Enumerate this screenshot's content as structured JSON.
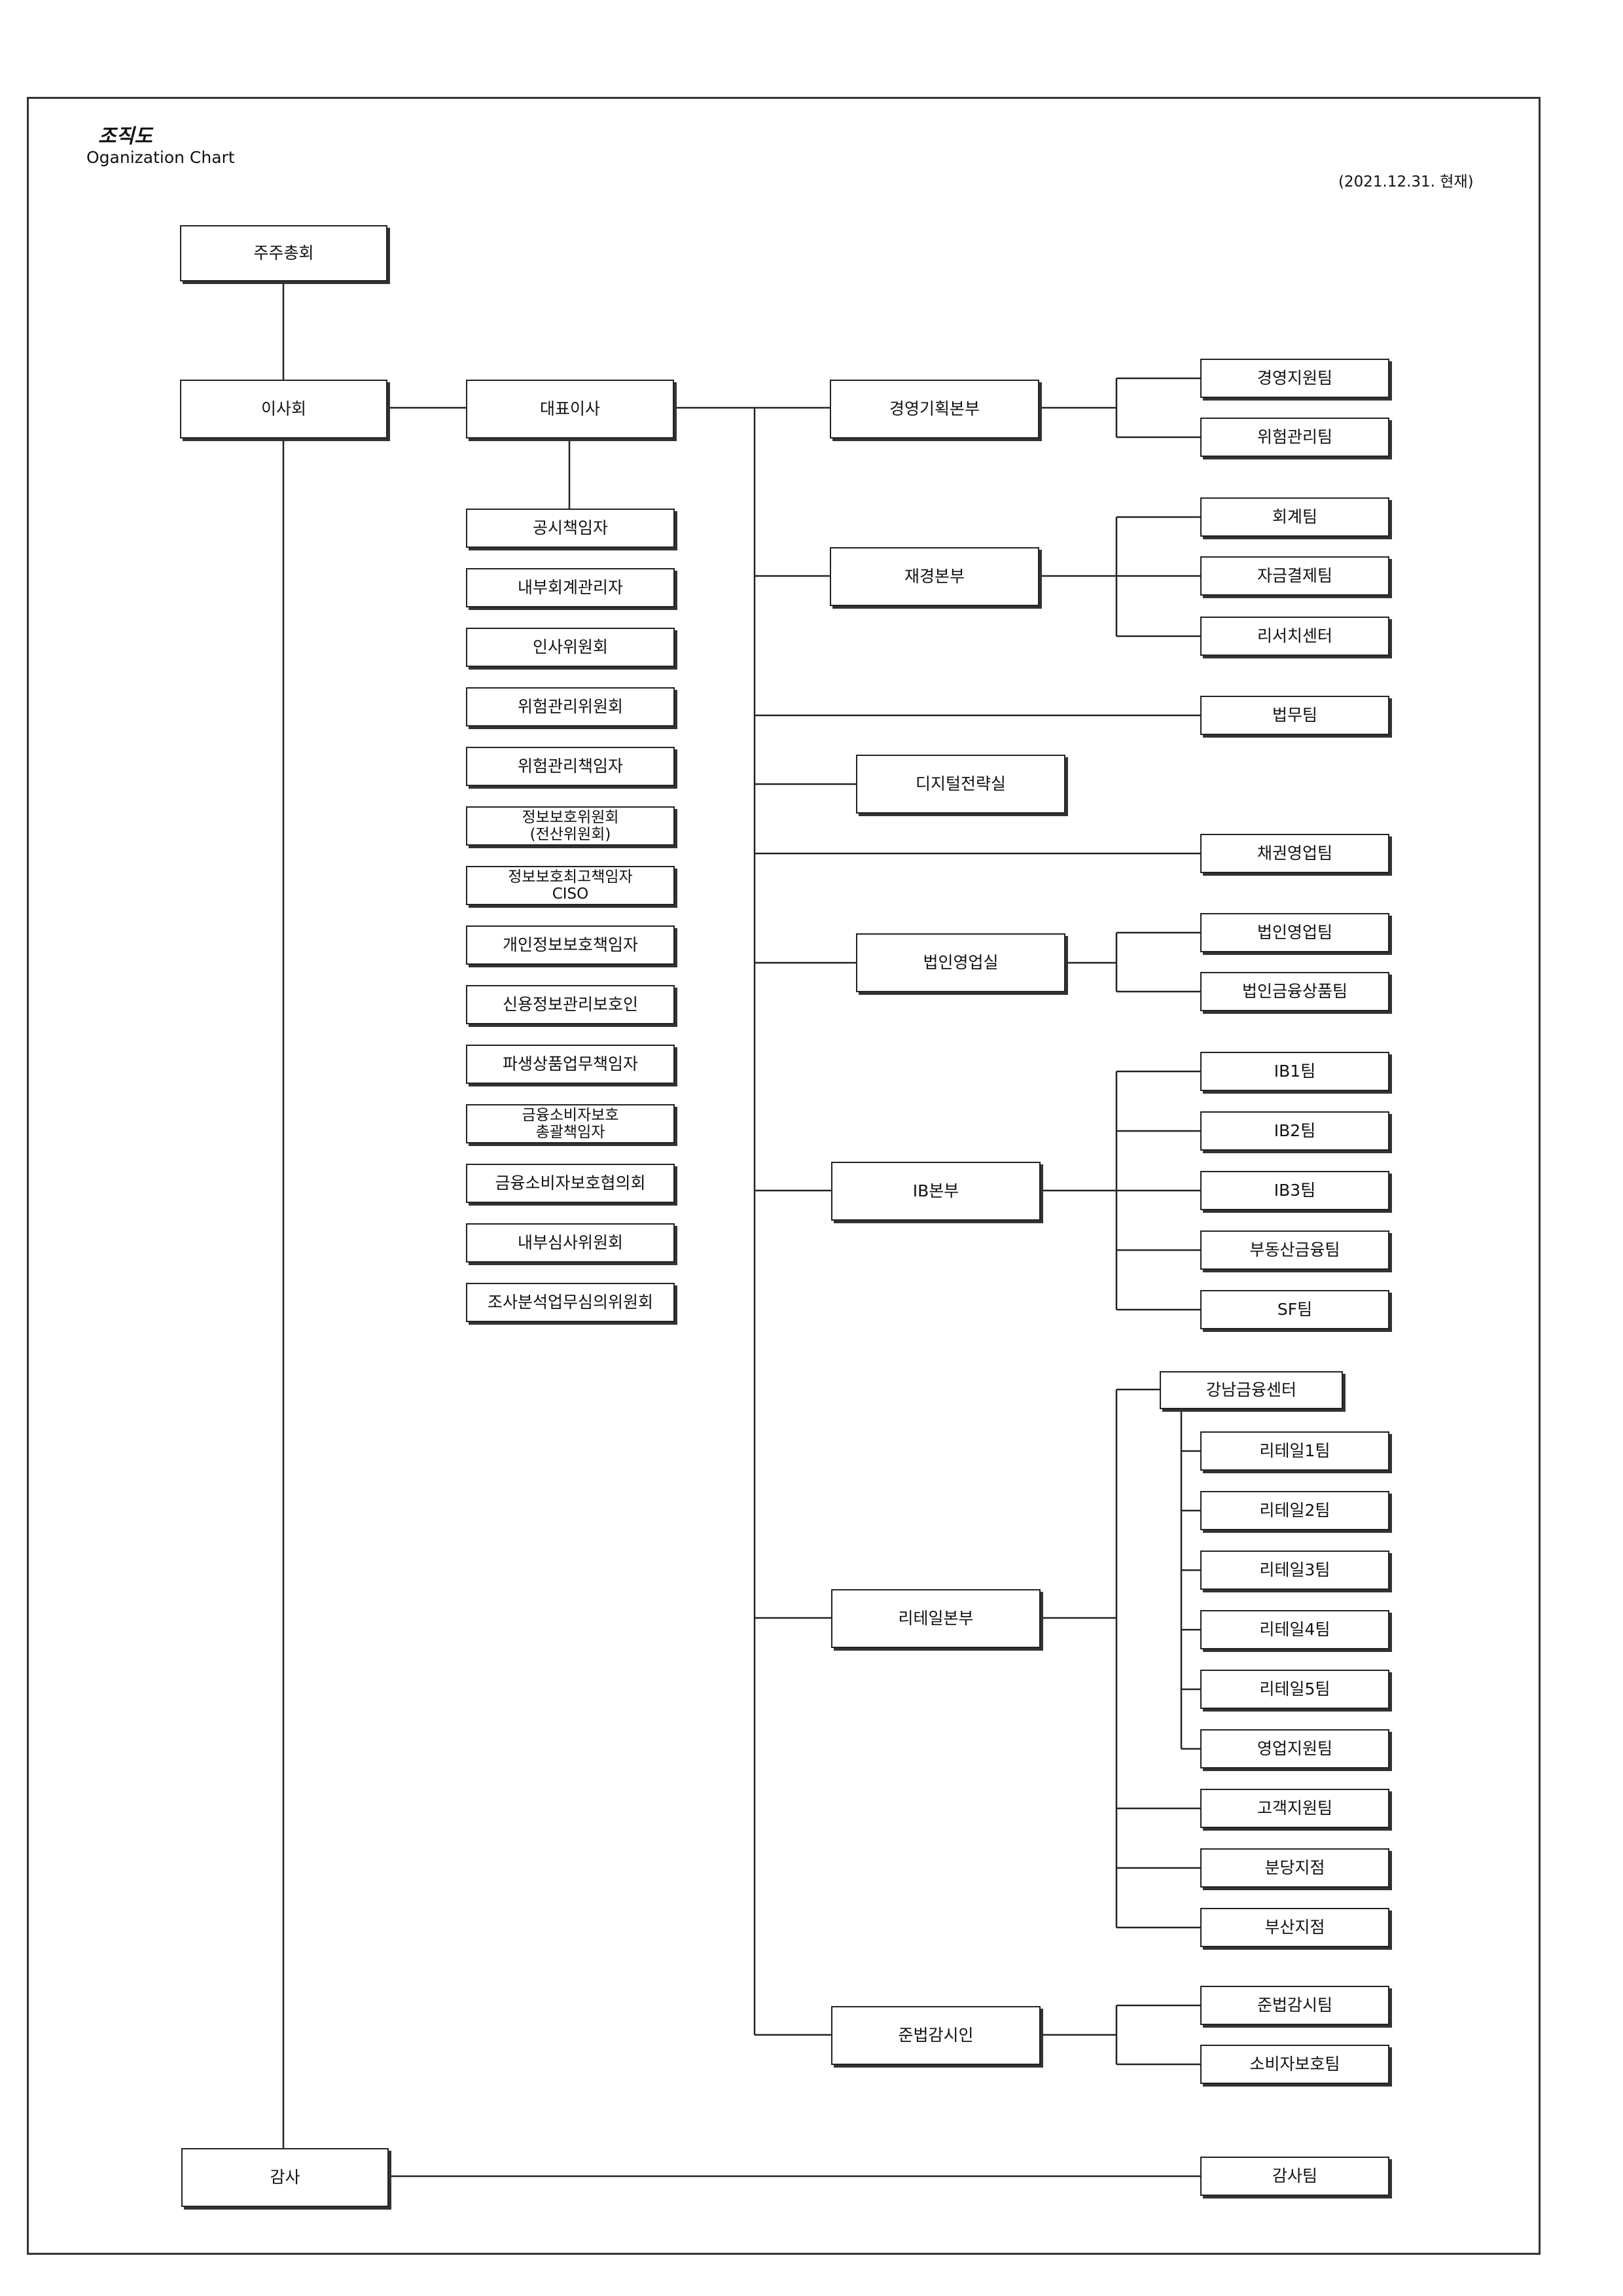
{
  "header": {
    "title_ko": "조직도",
    "title_en": "Oganization Chart",
    "as_of": "(2021.12.31. 현재)"
  },
  "nodes": {
    "shareholders": "주주총회",
    "board": "이사회",
    "ceo": "대표이사",
    "audit": "감사",
    "audit_team": "감사팀",
    "c_disclosure": "공시책임자",
    "c_internal_acct": "내부회계관리자",
    "c_hr_committee": "인사위원회",
    "c_risk_committee": "위험관리위원회",
    "c_risk_officer": "위험관리책임자",
    "c_info_committee": "정보보호위원회\n(전산위원회)",
    "c_ciso": "정보보호최고책임자\nCISO",
    "c_privacy": "개인정보보호책임자",
    "c_credit_info": "신용정보관리보호인",
    "c_derivatives": "파생상품업무책임자",
    "c_consumer_officer": "금융소비자보호\n총괄책임자",
    "c_consumer_council": "금융소비자보호협의회",
    "c_review_committee": "내부심사위원회",
    "c_research_committee": "조사분석업무심의위원회",
    "d_planning": "경영기획본부",
    "t_mgmt_support": "경영지원팀",
    "t_risk": "위험관리팀",
    "d_finance": "재경본부",
    "t_accounting": "회계팀",
    "t_settlement": "자금결제팀",
    "t_research": "리서치센터",
    "t_legal": "법무팀",
    "d_digital": "디지털전략실",
    "t_bond_sales": "채권영업팀",
    "d_corporate": "법인영업실",
    "t_corp_sales": "법인영업팀",
    "t_corp_products": "법인금융상품팀",
    "d_ib": "IB본부",
    "t_ib1": "IB1팀",
    "t_ib2": "IB2팀",
    "t_ib3": "IB3팀",
    "t_realestate": "부동산금융팀",
    "t_sf": "SF팀",
    "d_retail": "리테일본부",
    "c_gangnam": "강남금융센터",
    "t_retail1": "리테일1팀",
    "t_retail2": "리테일2팀",
    "t_retail3": "리테일3팀",
    "t_retail4": "리테일4팀",
    "t_retail5": "리테일5팀",
    "t_sales_support": "영업지원팀",
    "t_customer_support": "고객지원팀",
    "t_bundang": "분당지점",
    "t_busan": "부산지점",
    "d_compliance": "준법감시인",
    "t_compliance": "준법감시팀",
    "t_consumer_protection": "소비자보호팀"
  }
}
